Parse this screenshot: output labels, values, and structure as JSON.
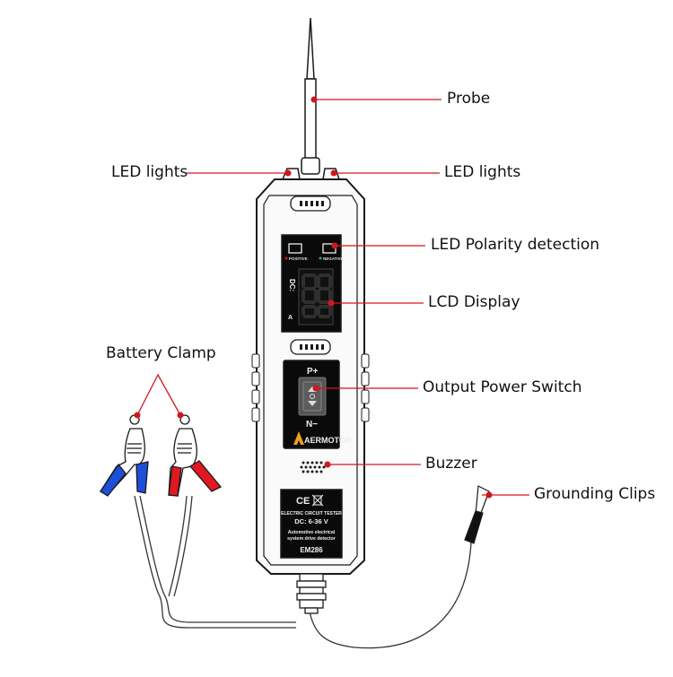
{
  "callouts": {
    "probe": "Probe",
    "led_left": "LED lights",
    "led_right": "LED lights",
    "polarity": "LED Polarity detection",
    "lcd": "LCD Display",
    "battery_clamp": "Battery Clamp",
    "switch": "Output Power Switch",
    "buzzer": "Buzzer",
    "grounding": "Grounding Clips"
  },
  "device": {
    "positive_label": "POSITIVE",
    "negative_label": "NEGATIVE",
    "dc_text": "DC:",
    "p_label": "P+",
    "n_label": "N−",
    "brand": "AERMOTOR",
    "cert_marks": "CE",
    "panel_line1": "ELECTRIC CIRCUIT TESTER",
    "panel_line2": "DC: 6-36 V",
    "panel_line3": "Automotive electrical",
    "panel_line4": "system drive detector",
    "model": "EM286"
  },
  "colors": {
    "callout_line": "#d0171f",
    "body_outline": "#1a1a1a",
    "lcd_black": "#0a0a0a",
    "lcd_segment": "#2a2a2a",
    "positive_red": "#e01820",
    "negative_blue": "#1d4fd8",
    "negative_green": "#27b24a",
    "switch_gray": "#5c5c5c"
  }
}
